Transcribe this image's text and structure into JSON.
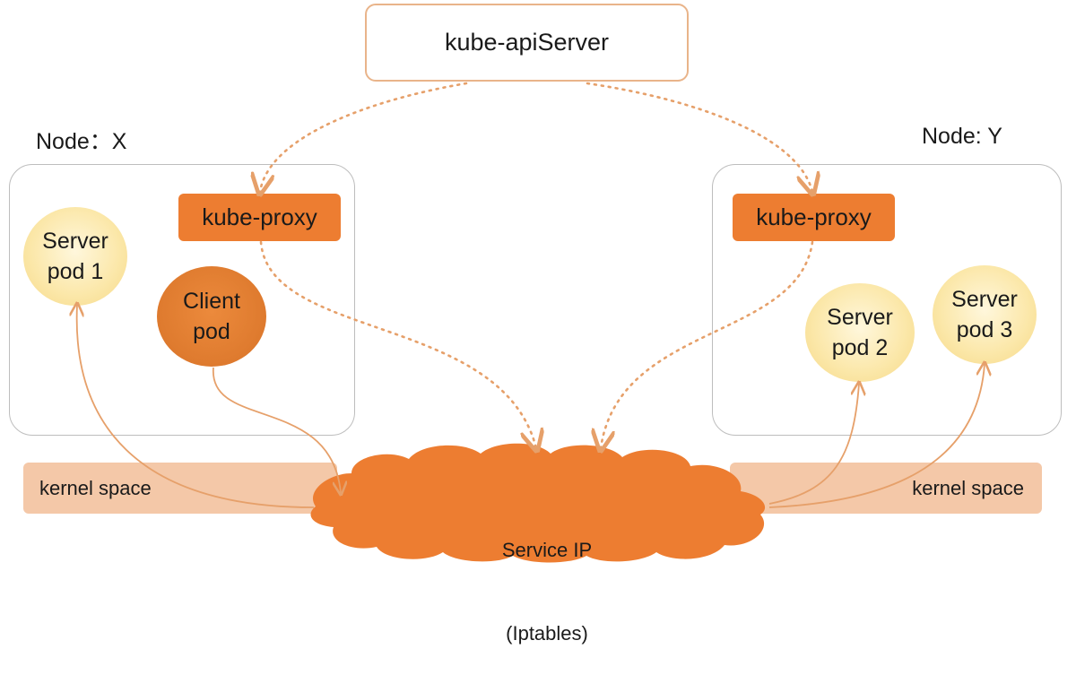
{
  "api_server": {
    "label": "kube-apiServer"
  },
  "nodes": [
    {
      "label": "Node：X",
      "proxy_label": "kube-proxy"
    },
    {
      "label": "Node: Y",
      "proxy_label": "kube-proxy"
    }
  ],
  "pods": {
    "server_1": "Server\npod 1",
    "client": "Client\npod",
    "server_2": "Server\npod 2",
    "server_3": "Server\npod 3"
  },
  "kernel": {
    "left_label": "kernel space",
    "right_label": "kernel space"
  },
  "service": {
    "line1": "Service IP",
    "line2": "(Iptables)"
  },
  "colors": {
    "accent_orange": "#ed7d31",
    "border_orange": "#e9b48a",
    "arrow_orange": "#e6a06a",
    "pod_yellow": "#fbe7a8",
    "kernel_peach": "#f4c8a8",
    "node_border_gray": "#bdbdbd"
  }
}
